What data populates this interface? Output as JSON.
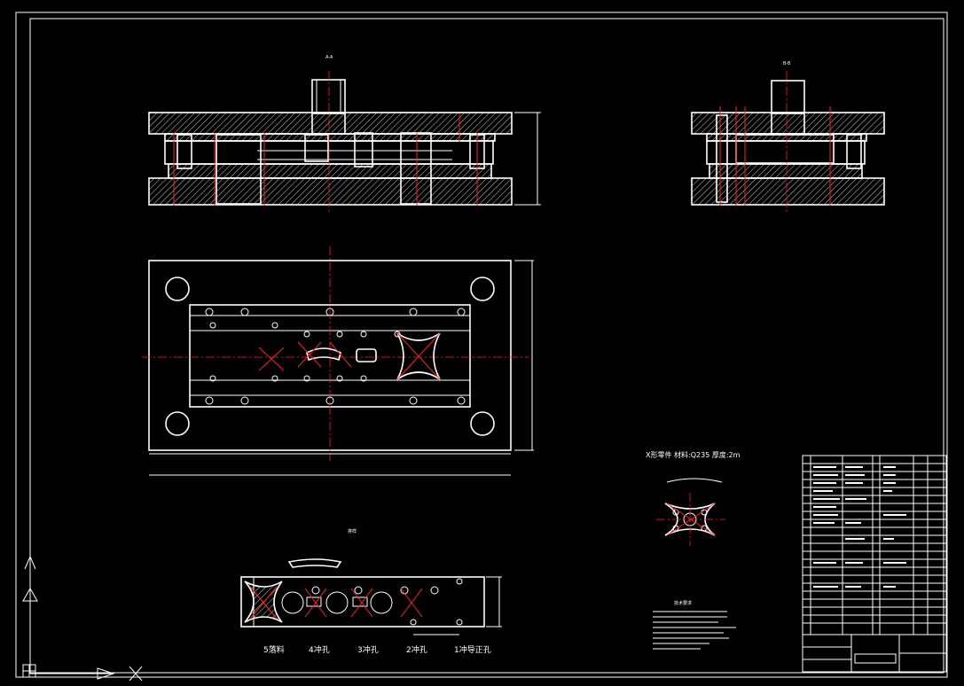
{
  "drawing": {
    "section_label_a": "A-A",
    "section_label_b": "B-B",
    "strip_title": "排样",
    "stations": [
      "5落料",
      "4冲孔",
      "3冲孔",
      "2冲孔",
      "1冲导正孔"
    ],
    "part_title": "X形零件 材料:Q235 厚度:2m",
    "notes_title": "技术要求",
    "colors": {
      "background": "#000000",
      "outline": "#ffffff",
      "centerline": "#ff2020"
    }
  },
  "ucs": {
    "x_label": "X",
    "y_label": "Y"
  }
}
